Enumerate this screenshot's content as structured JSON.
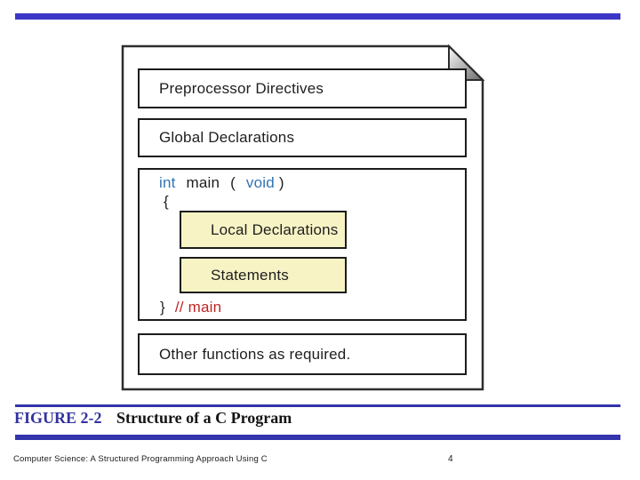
{
  "slide": {
    "background": "#ffffff",
    "top_bar_color": "#3b36c6",
    "rule_color": "#3434ac"
  },
  "diagram": {
    "preprocessor_label": "Preprocessor Directives",
    "global_label": "Global Declarations",
    "local_label": "Local Declarations",
    "statements_label": "Statements",
    "other_label": "Other functions as required.",
    "main_signature": {
      "type_keyword": "int",
      "function_name": "main",
      "paren_open": "(",
      "void_keyword": "void",
      "paren_close": ")"
    },
    "brace_open": "{",
    "brace_close": "}",
    "main_comment": "// main",
    "colors": {
      "keyword_blue": "#3273b4",
      "comment_red": "#c02525",
      "note_box_fill": "#f7f3c5",
      "box_border": "#1c1c1c"
    }
  },
  "caption": {
    "label": "FIGURE 2-2",
    "title": "Structure of a C Program",
    "label_color": "#32329e"
  },
  "footer": {
    "book": "Computer Science: A Structured Programming Approach Using C",
    "page": "4"
  }
}
